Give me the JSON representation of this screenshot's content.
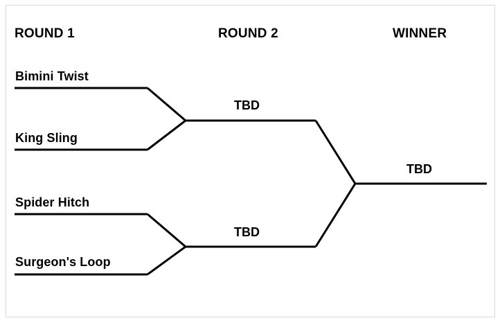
{
  "diagram": {
    "kind": "tournament-bracket",
    "line_color": "#000000",
    "text_color": "#000000",
    "background": "#ffffff",
    "border_color": "#d8d8d8",
    "headers": [
      {
        "id": "round1",
        "label": "ROUND 1"
      },
      {
        "id": "round2",
        "label": "ROUND 2"
      },
      {
        "id": "winner",
        "label": "WINNER"
      }
    ],
    "round1": {
      "entries": [
        {
          "label": "Bimini Twist"
        },
        {
          "label": "King Sling"
        },
        {
          "label": "Spider Hitch"
        },
        {
          "label": "Surgeon's Loop"
        }
      ]
    },
    "round2": {
      "slots": [
        {
          "label": "TBD"
        },
        {
          "label": "TBD"
        }
      ]
    },
    "winner": {
      "slot": {
        "label": "TBD"
      }
    }
  }
}
